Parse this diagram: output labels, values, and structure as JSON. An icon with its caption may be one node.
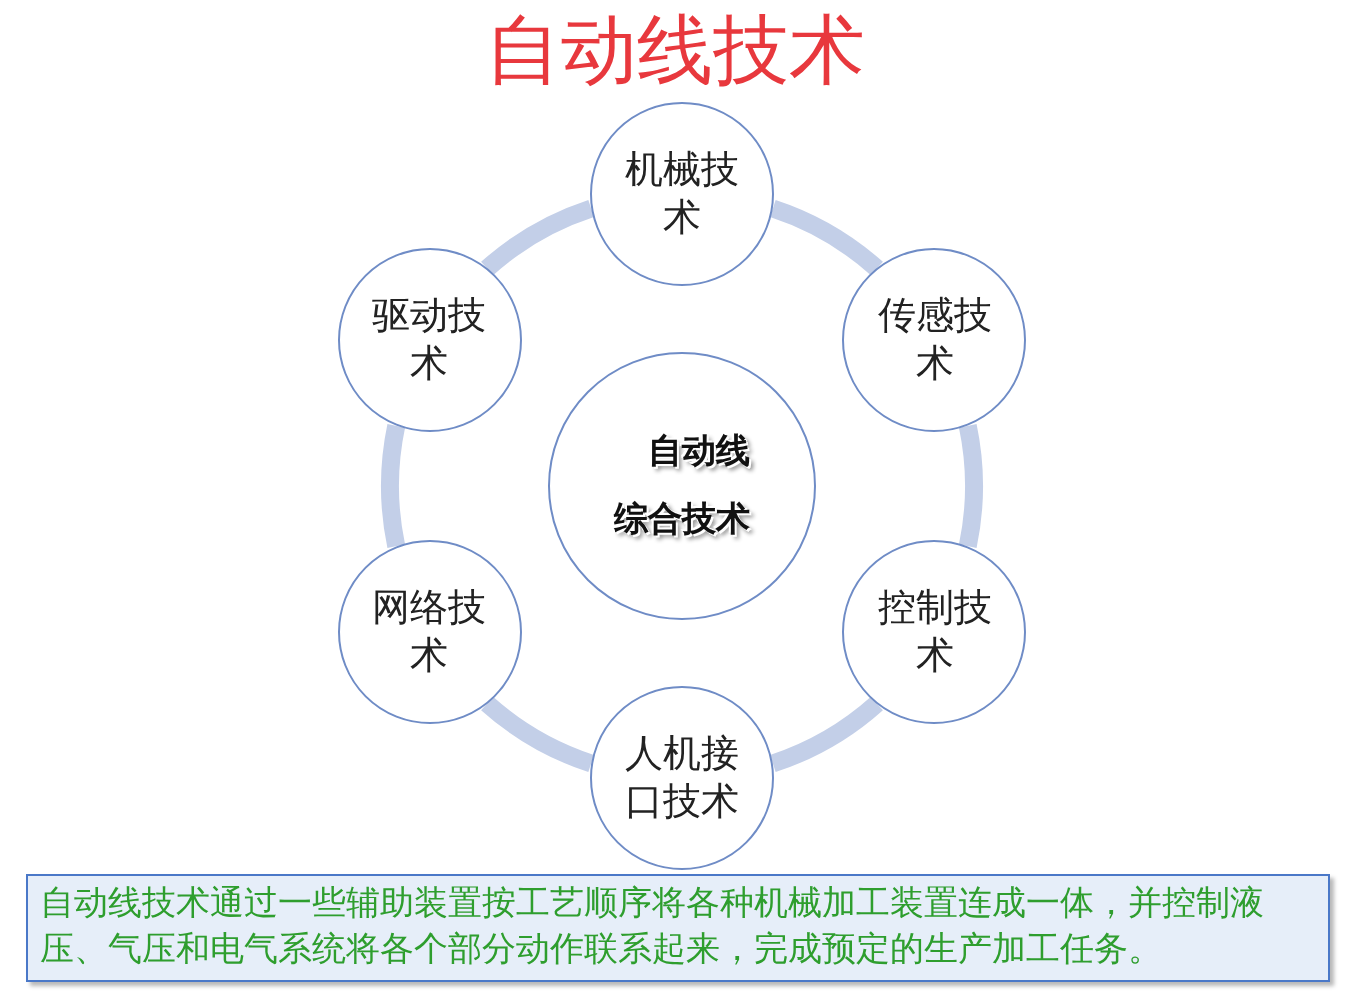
{
  "diagram": {
    "title": "自动线技术",
    "nodes": [
      {
        "text": [
          "自动线综合技术"
        ]
      },
      {
        "text": [
          "机械技术"
        ]
      },
      {
        "text": [
          "传感技术"
        ]
      },
      {
        "text": [
          "控制技术"
        ]
      },
      {
        "text": [
          "人机接口技术"
        ]
      },
      {
        "text": [
          "网络技术"
        ]
      },
      {
        "text": [
          "驱动技术"
        ]
      },
      {
        "text": [
          "自动线技术通过一些辅助装置按工艺顺序将各种机械加工装置连成一体，并控制液压、气压和电气系统将各个部分动作联系起来，完成预定的生产加工任务。"
        ]
      }
    ],
    "edges": [
      {
        "from": 1,
        "to": 2,
        "arrow": "none"
      },
      {
        "from": 2,
        "to": 3,
        "arrow": "none"
      },
      {
        "from": 3,
        "to": 4,
        "arrow": "none"
      },
      {
        "from": 4,
        "to": 5,
        "arrow": "none"
      },
      {
        "from": 5,
        "to": 6,
        "arrow": "none"
      },
      {
        "from": 6,
        "to": 1,
        "arrow": "none"
      }
    ]
  }
}
